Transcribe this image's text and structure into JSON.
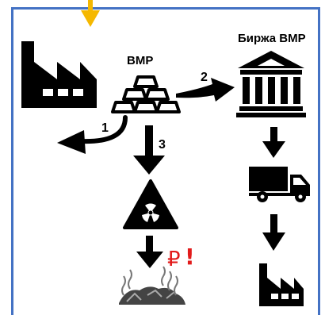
{
  "labels": {
    "vmr": "ВМР",
    "exchange": "Биржа ВМР",
    "step1": "1",
    "step2": "2",
    "step3": "3",
    "rub": "₽",
    "exclaim": "!"
  },
  "colors": {
    "frame": "#4472c4",
    "incoming_arrow": "#f5b800",
    "alert": "#e21b1b",
    "ink": "#000000"
  },
  "icons": [
    "factory-icon",
    "gold-bars-icon",
    "bank-icon",
    "truck-icon",
    "radiation-icon",
    "landfill-icon"
  ]
}
